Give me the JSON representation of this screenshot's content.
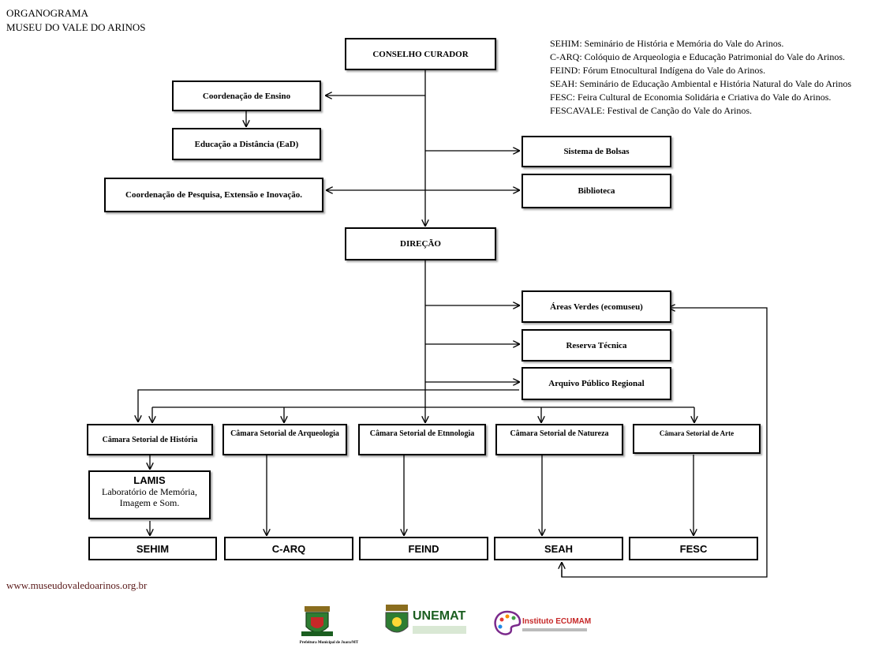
{
  "header": {
    "line1": "ORGANOGRAMA",
    "line2": "MUSEU DO VALE DO ARINOS"
  },
  "legend": [
    "SEHIM: Seminário de História e Memória do Vale do Arinos.",
    "C-ARQ: Colóquio de Arqueologia e Educação Patrimonial do Vale do Arinos.",
    "FEIND: Fórum Etnocultural Indígena do Vale do Arinos.",
    "SEAH: Seminário de Educação Ambiental e História Natural do Vale do Arinos",
    "FESC: Feira Cultural de Economia Solidária e Criativa do Vale do Arinos.",
    "FESCAVALE: Festival de Canção do Vale do Arinos."
  ],
  "boxes": {
    "conselho": "CONSELHO CURADOR",
    "coord_ensino": "Coordenação de Ensino",
    "ead": "Educação a Distância (EaD)",
    "coord_pesquisa": "Coordenação de Pesquisa, Extensão e Inovação.",
    "bolsas": "Sistema de Bolsas",
    "biblioteca": "Biblioteca",
    "direcao": "DIREÇÃO",
    "areas_verdes": "Áreas Verdes (ecomuseu)",
    "reserva": "Reserva Técnica",
    "arquivo": "Arquivo Público Regional",
    "cam_historia": "Câmara Setorial de História",
    "cam_arqueologia": "Câmara Setorial de Arqueologia",
    "cam_etnologia": "Câmara Setorial de Etnnologia",
    "cam_natureza": "Câmara Setorial de Natureza",
    "cam_arte": "Câmara Setorial de Arte",
    "lamis_title": "LAMIS",
    "lamis_line1": "Laboratório de Memória,",
    "lamis_line2": "Imagem e Som.",
    "sehim": "SEHIM",
    "carq": "C-ARQ",
    "feind": "FEIND",
    "seah": "SEAH",
    "fesc": "FESC"
  },
  "footer": {
    "url": "www.museudovaledoarinos.org.br",
    "logo1_caption": "Prefeitura Municipal de Juara/MT",
    "logo2_text": "UNEMAT",
    "logo3_text": "Instituto ECUMAM"
  }
}
